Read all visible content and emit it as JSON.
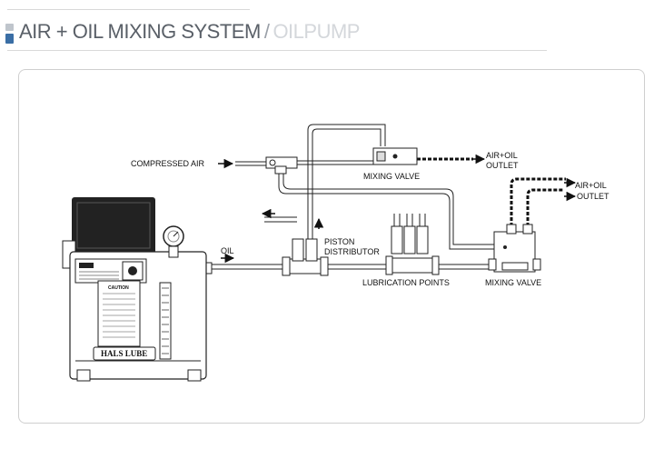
{
  "header": {
    "title": "AIR + OIL MIXING SYSTEM",
    "separator": "/",
    "subtitle": "OILPUMP"
  },
  "diagram": {
    "labels": {
      "compressed_air": "COMPRESSED AIR",
      "mixing_valve_top": "MIXING VALVE",
      "air_oil_outlet_top_1": "AIR+OIL",
      "air_oil_outlet_top_2": "OUTLET",
      "air_oil_outlet_right_1": "AIR+OIL",
      "air_oil_outlet_right_2": "OUTLET",
      "oil": "OIL",
      "piston_1": "PISTON",
      "piston_2": "DISTRIBUTOR",
      "lubrication_points": "LUBRICATION POINTS",
      "mixing_valve_bottom": "MIXING VALVE",
      "brand": "HALS LUBE",
      "caution": "CAUTION"
    }
  }
}
